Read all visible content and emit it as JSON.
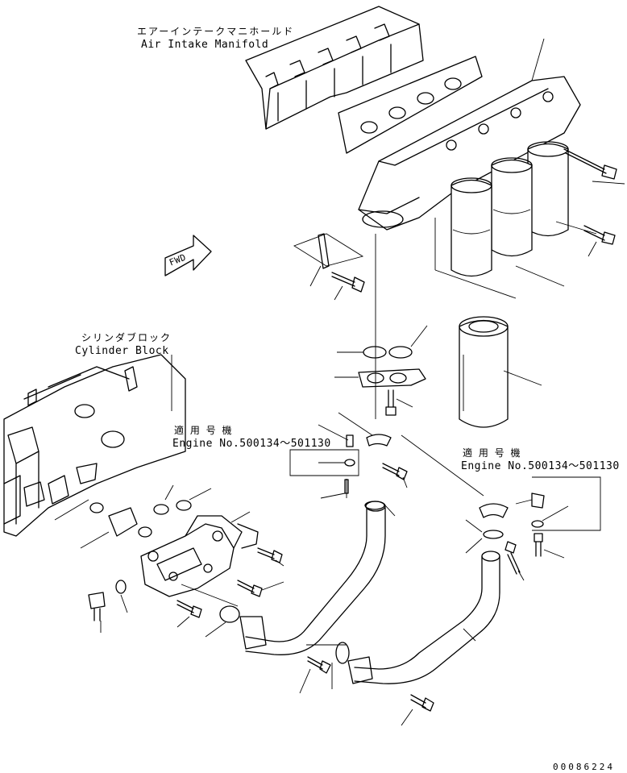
{
  "labels": {
    "manifold_jp": "エアーインテークマニホールド",
    "manifold_en": "Air Intake Manifold",
    "block_jp": "シリンダブロック",
    "block_en": "Cylinder Block",
    "fwd": "FWD",
    "applicable_left_jp": "適 用 号 機",
    "applicable_left_en": "Engine No.500134～501130",
    "applicable_right_jp": "適 用 号 機",
    "applicable_right_en": "Engine No.500134～501130",
    "drawing_code": "00086224"
  }
}
